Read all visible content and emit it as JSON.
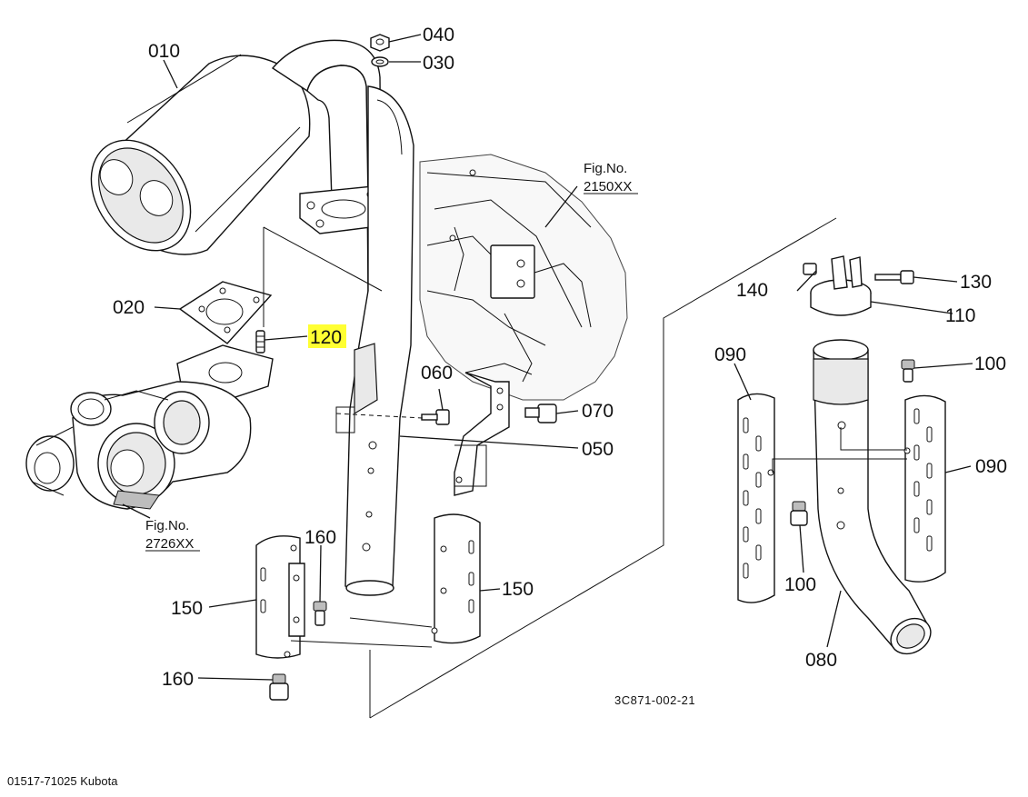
{
  "diagram": {
    "callouts": [
      {
        "id": "c010",
        "label": "010"
      },
      {
        "id": "c020",
        "label": "020"
      },
      {
        "id": "c030",
        "label": "030"
      },
      {
        "id": "c040",
        "label": "040"
      },
      {
        "id": "c050",
        "label": "050"
      },
      {
        "id": "c060",
        "label": "060"
      },
      {
        "id": "c070",
        "label": "070"
      },
      {
        "id": "c080",
        "label": "080"
      },
      {
        "id": "c090a",
        "label": "090"
      },
      {
        "id": "c090b",
        "label": "090"
      },
      {
        "id": "c100a",
        "label": "100"
      },
      {
        "id": "c100b",
        "label": "100"
      },
      {
        "id": "c110",
        "label": "110"
      },
      {
        "id": "c120",
        "label": "120",
        "highlighted": true
      },
      {
        "id": "c130",
        "label": "130"
      },
      {
        "id": "c140",
        "label": "140"
      },
      {
        "id": "c150a",
        "label": "150"
      },
      {
        "id": "c150b",
        "label": "150"
      },
      {
        "id": "c160a",
        "label": "160"
      },
      {
        "id": "c160b",
        "label": "160"
      }
    ],
    "figure_refs": [
      {
        "line1": "Fig.No.",
        "line2": "2150XX"
      },
      {
        "line1": "Fig.No.",
        "line2": "2726XX"
      }
    ],
    "drawing_code": "3C871-002-21",
    "caption": "01517-71025 Kubota",
    "highlight_color": "#ffff33"
  }
}
